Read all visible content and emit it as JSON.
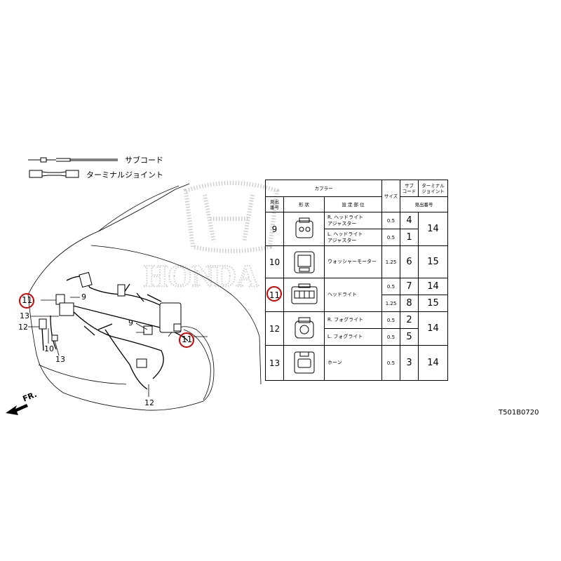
{
  "legend": {
    "sub_cord": "サブコード",
    "terminal_joint": "ターミナルジョイント"
  },
  "watermark": {
    "brand": "HONDA"
  },
  "callouts": {
    "left_11": "11",
    "left_9": "9",
    "left_13": "13",
    "left_12": "12",
    "left_10": "10",
    "lower_13": "13",
    "mid_9": "9",
    "right_11": "11",
    "bottom_12": "12"
  },
  "direction": "FR.",
  "drawing_code": "T501B0720",
  "table": {
    "header_coupler": "カプラー",
    "header_no": "見出\n番号",
    "header_shape": "形 状",
    "header_location": "設 定 部 位",
    "header_size": "サイズ",
    "header_sub": "サブ\nコード",
    "header_terminal": "ターミナル\nジョイント",
    "header_ref_no": "見出番号",
    "rows": [
      {
        "no": "9",
        "items": [
          {
            "location": "R. ヘッドライト\nアジャスター",
            "size": "0.5",
            "sub": "4"
          },
          {
            "location": "L. ヘッドライト\nアジャスター",
            "size": "0.5",
            "sub": "1"
          }
        ],
        "terminal": "14"
      },
      {
        "no": "10",
        "items": [
          {
            "location": "ウォッシャーモーター",
            "size": "1.25",
            "sub": "6",
            "terminal": "15"
          }
        ]
      },
      {
        "no": "11",
        "items": [
          {
            "location": "ヘッドライト",
            "size": "0.5",
            "sub": "7",
            "terminal": "14"
          },
          {
            "location": "",
            "size": "1.25",
            "sub": "8",
            "terminal": "15"
          }
        ]
      },
      {
        "no": "12",
        "items": [
          {
            "location": "R. フォグライト",
            "size": "0.5",
            "sub": "2"
          },
          {
            "location": "L. フォグライト",
            "size": "0.5",
            "sub": "5"
          }
        ],
        "terminal": "14"
      },
      {
        "no": "13",
        "items": [
          {
            "location": "ホーン",
            "size": "0.5",
            "sub": "3",
            "terminal": "14"
          }
        ]
      }
    ]
  },
  "colors": {
    "highlight": "#d40000",
    "line": "#000000",
    "watermark": "#c8c8c8"
  }
}
